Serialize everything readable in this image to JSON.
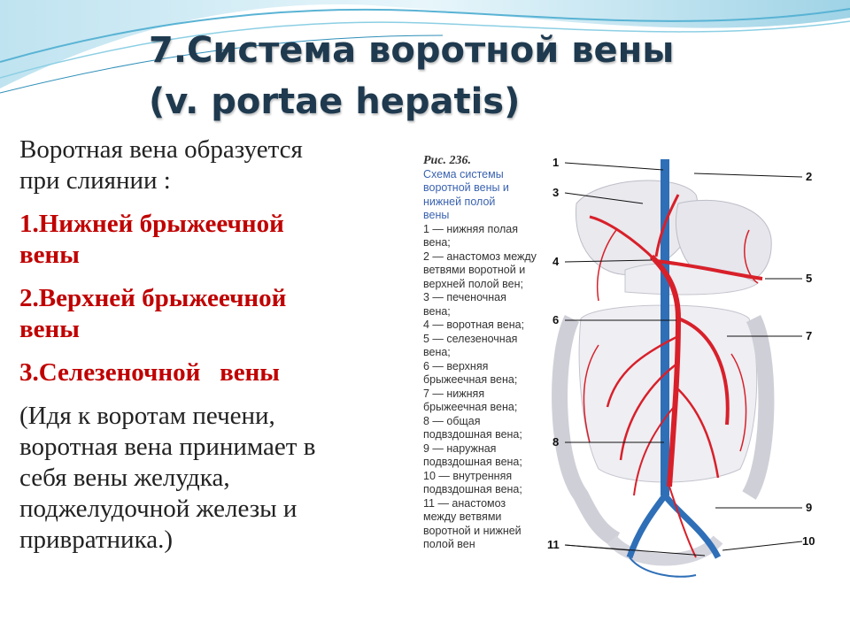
{
  "title": {
    "line1": "7.Система воротной вены",
    "line2": "(v. portae hepatis)"
  },
  "body": {
    "intro_1": "Воротная вена образуется",
    "intro_2": "при слиянии :",
    "item1_a": "1.Нижней брыжеечной",
    "item1_b": "вены",
    "item2_a": "2.Верхней брыжеечной",
    "item2_b": "вены",
    "item3": "3.Селезеночной   вены",
    "note_1": "(Идя  к воротам печени,",
    "note_2": "воротная вена принимает в",
    "note_3": "себя  вены желудка,",
    "note_4": "поджелудочной железы и",
    "note_5": "привратника.)"
  },
  "figure": {
    "number": "Рис. 236.",
    "title_lines": [
      "Схема системы",
      "воротной вены и",
      "нижней полой",
      "вены"
    ],
    "legend_lines": [
      "1 — нижняя полая",
      "вена;",
      "2 — анастомоз между",
      "ветвями воротной и",
      "верхней полой вен;",
      "3 — печеночная",
      "вена;",
      "4 — воротная вена;",
      "5 — селезеночная",
      "вена;",
      "6 — верхняя",
      "брыжеечная вена;",
      "7 — нижняя",
      "брыжеечная вена;",
      "8 — общая",
      "подвздошная вена;",
      "9 — наружная",
      "подвздошная вена;",
      "10 — внутренняя",
      "подвздошная вена;",
      "11 — анастомоз",
      "между ветвями",
      "воротной и нижней",
      "полой вен"
    ],
    "markers": [
      "1",
      "2",
      "3",
      "4",
      "5",
      "6",
      "7",
      "8",
      "9",
      "10",
      "11"
    ],
    "colors": {
      "vein_red": "#d8202a",
      "vein_blue": "#2f6fb7",
      "organ": "#e9e9ee"
    }
  }
}
